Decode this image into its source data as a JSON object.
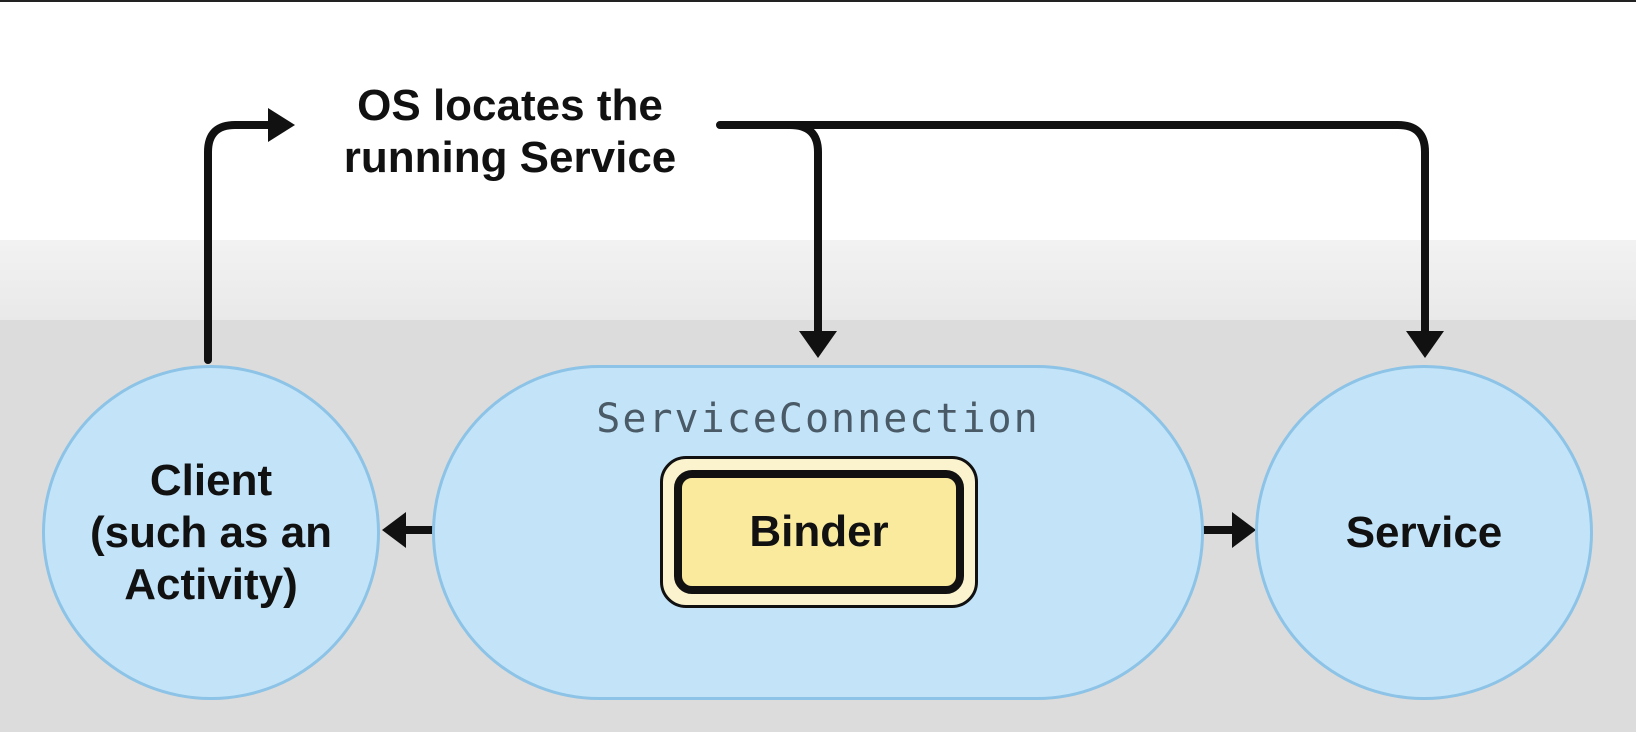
{
  "diagram": {
    "os_label_line1": "OS locates the",
    "os_label_line2": "running Service",
    "client_line1": "Client",
    "client_line2": "(such as an",
    "client_line3": "Activity)",
    "service_connection": "ServiceConnection",
    "binder": "Binder",
    "service": "Service"
  },
  "colors": {
    "node_fill": "#c3e4f8",
    "node_border": "#8cc3e6",
    "binder_fill": "#f9ea9e",
    "arrow": "#111111",
    "band": "#dcdcdc"
  }
}
